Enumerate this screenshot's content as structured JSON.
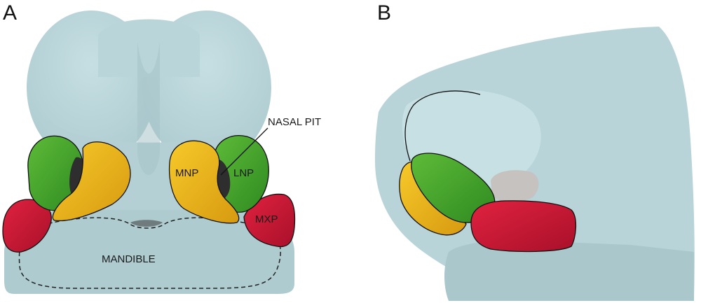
{
  "panels": {
    "a": {
      "letter": "A"
    },
    "b": {
      "letter": "B"
    }
  },
  "labels": {
    "nasal_pit": "NASAL PIT",
    "mnp": "MNP",
    "lnp": "LNP",
    "mxp": "MXP",
    "mandible": "MANDIBLE"
  },
  "colors": {
    "tissue": "#b8d4d8",
    "tissue_dark": "#a9c6cb",
    "mnp": "#efbb1a",
    "lnp": "#4fae2e",
    "mxp": "#d01a3a",
    "nasal_pit": "#2e2e2e",
    "outline": "#111111"
  }
}
